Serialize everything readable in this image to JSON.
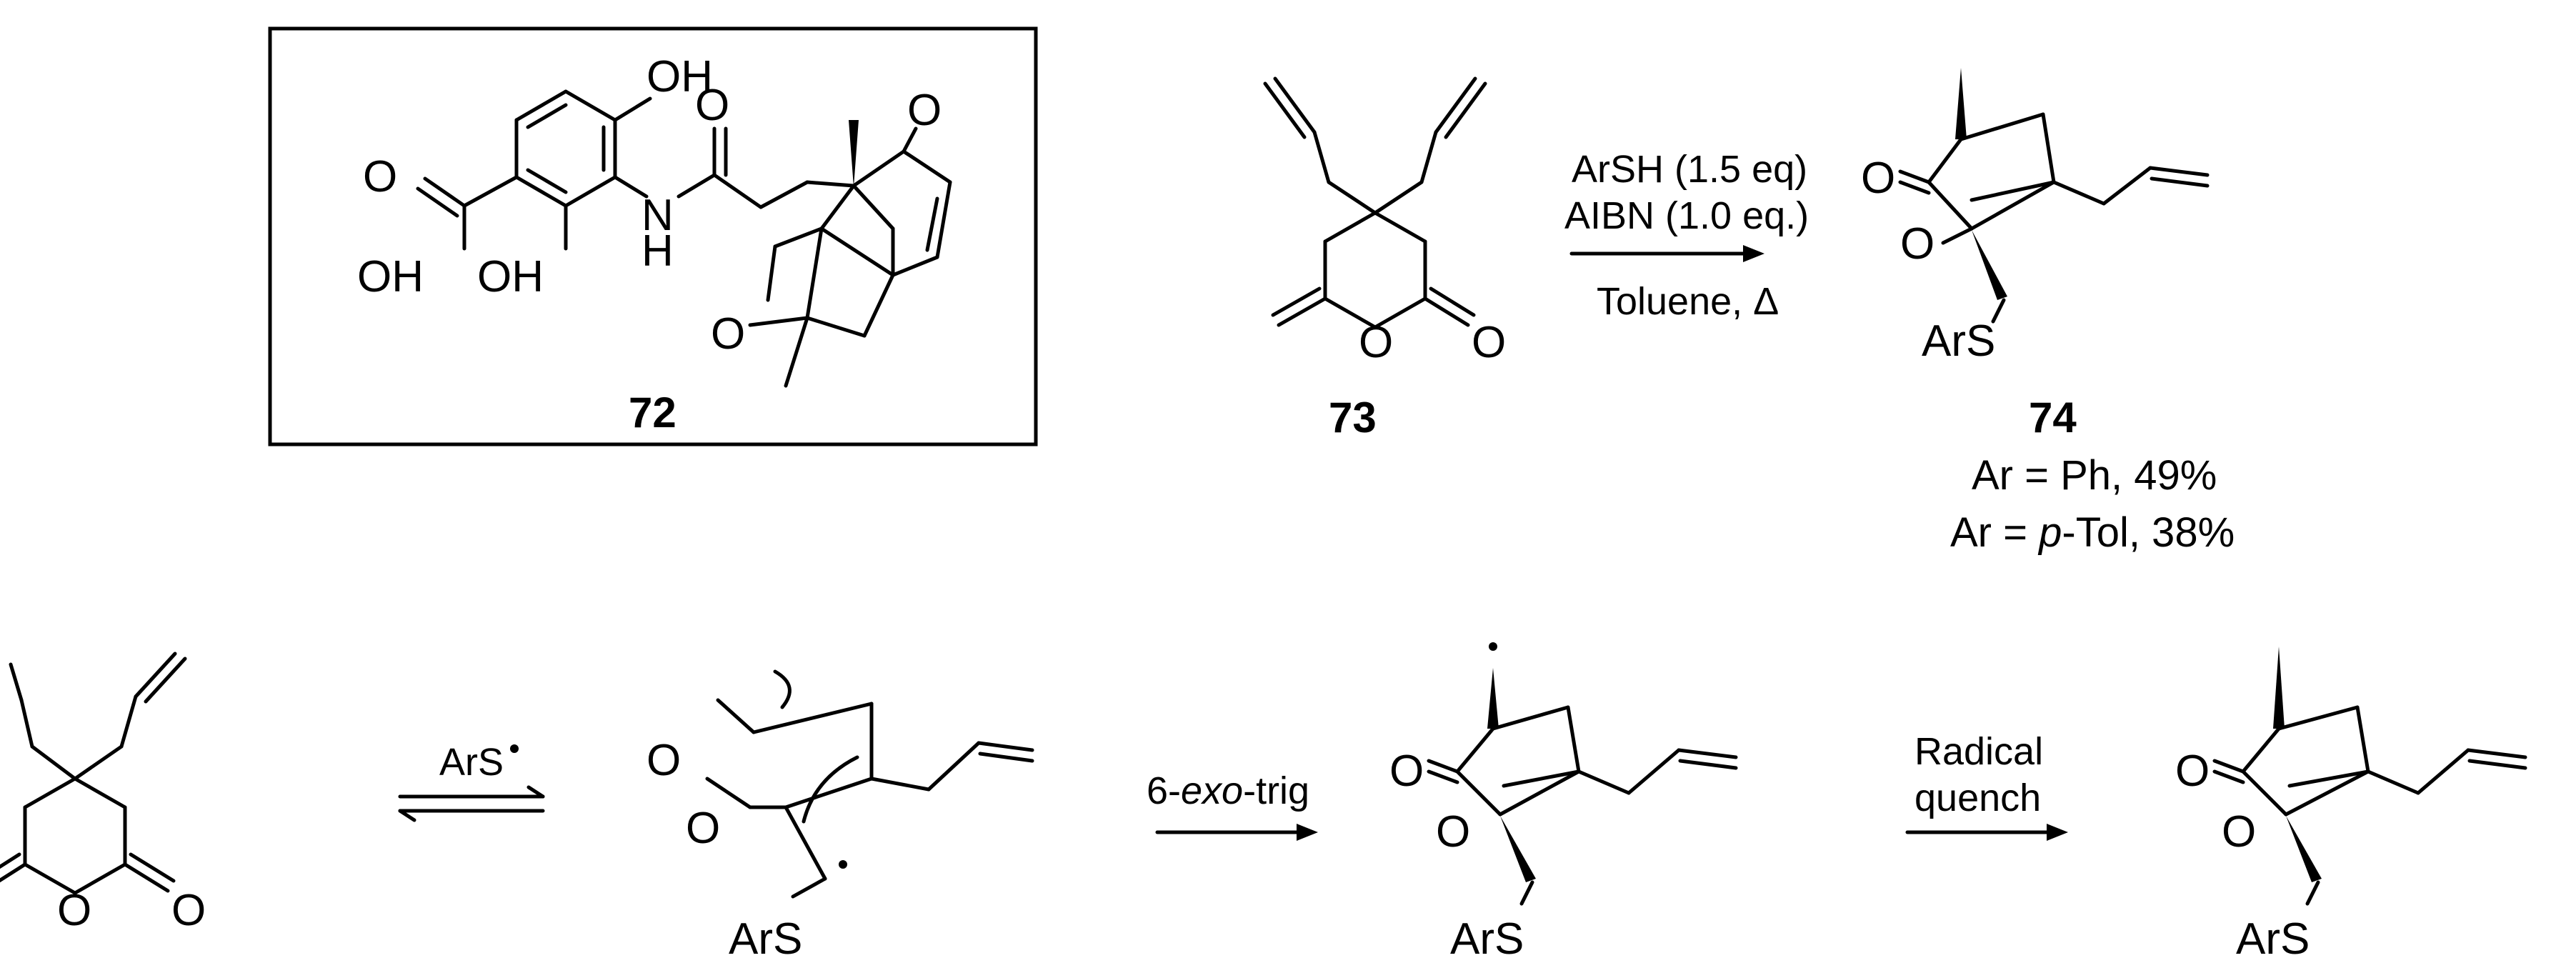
{
  "compounds": {
    "c72": {
      "label": "72"
    },
    "c73": {
      "label": "73"
    },
    "c74": {
      "label": "74",
      "yield_ph_prefix": "Ar = Ph, 49%",
      "yield_tol_prefix": "Ar = ",
      "yield_tol_italic": "p",
      "yield_tol_suffix": "-Tol, 38%"
    }
  },
  "atoms": {
    "OH": "OH",
    "O": "O",
    "N": "N",
    "H": "H",
    "ArS": "ArS"
  },
  "reactions": {
    "main": {
      "reagent1": "ArSH (1.5 eq)",
      "reagent2": "AIBN (1.0 eq.)",
      "conditions": "Toluene, Δ"
    },
    "mechanism": {
      "step1": "ArS",
      "step2_prefix": "6-",
      "step2_italic": "exo",
      "step2_suffix": "-trig",
      "step3_line1": "Radical",
      "step3_line2": "quench"
    }
  }
}
